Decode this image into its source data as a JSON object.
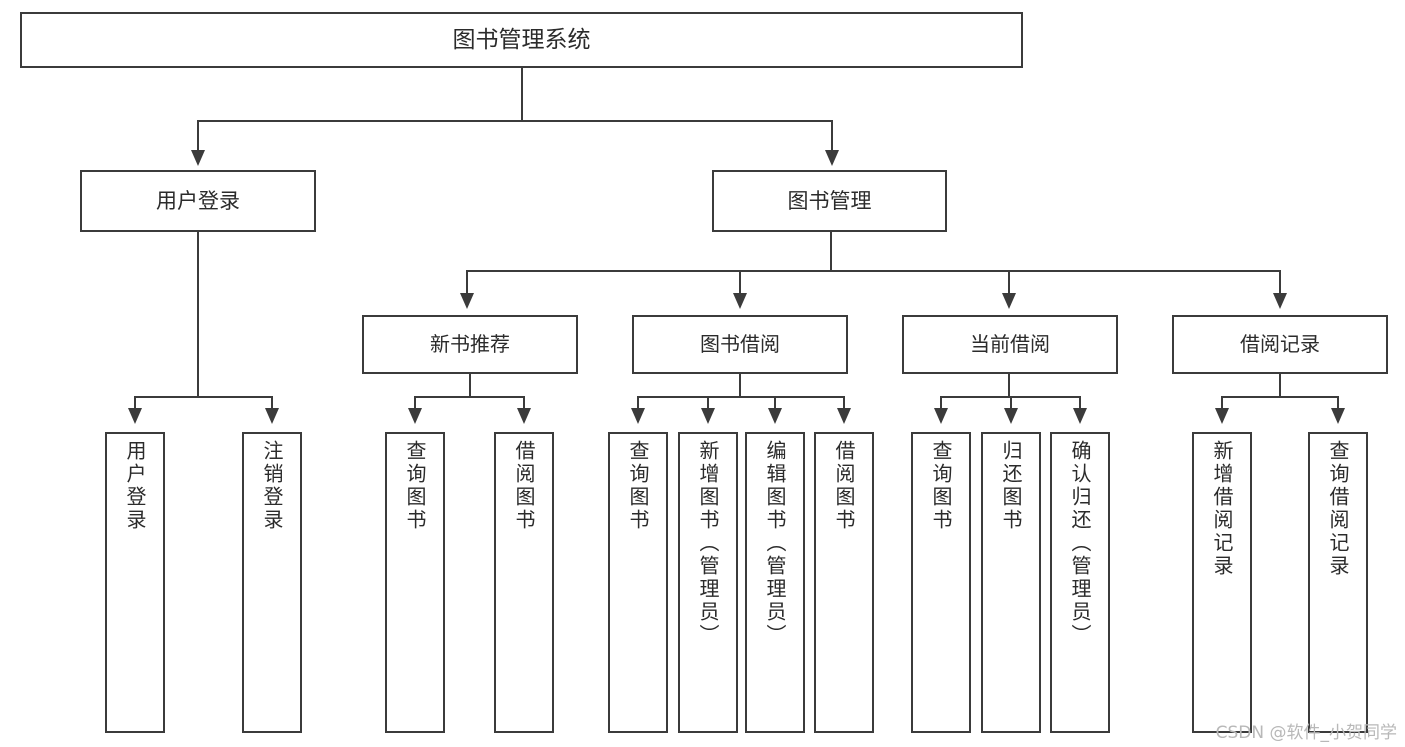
{
  "diagram": {
    "title": "图书管理系统",
    "type": "tree",
    "root": {
      "label": "图书管理系统"
    },
    "level1": [
      {
        "label": "用户登录"
      },
      {
        "label": "图书管理"
      }
    ],
    "level2": [
      {
        "label": "新书推荐"
      },
      {
        "label": "图书借阅"
      },
      {
        "label": "当前借阅"
      },
      {
        "label": "借阅记录"
      }
    ],
    "leaves": {
      "user_login": [
        {
          "label": "用户登录"
        },
        {
          "label": "注销登录"
        }
      ],
      "new_book_recommend": [
        {
          "label": "查询图书"
        },
        {
          "label": "借阅图书"
        }
      ],
      "book_borrow": [
        {
          "label": "查询图书"
        },
        {
          "label": "新增图书（管理员）"
        },
        {
          "label": "编辑图书（管理员）"
        },
        {
          "label": "借阅图书"
        }
      ],
      "current_borrow": [
        {
          "label": "查询图书"
        },
        {
          "label": "归还图书"
        },
        {
          "label": "确认归还（管理员）"
        }
      ],
      "borrow_records": [
        {
          "label": "新增借阅记录"
        },
        {
          "label": "查询借阅记录"
        }
      ]
    }
  },
  "watermark": {
    "text": "CSDN @软件_小贺同学"
  },
  "colors": {
    "stroke": "#3b3b3b",
    "text": "#2b2b2b",
    "background": "#ffffff",
    "watermark": "#b8b8b8"
  }
}
